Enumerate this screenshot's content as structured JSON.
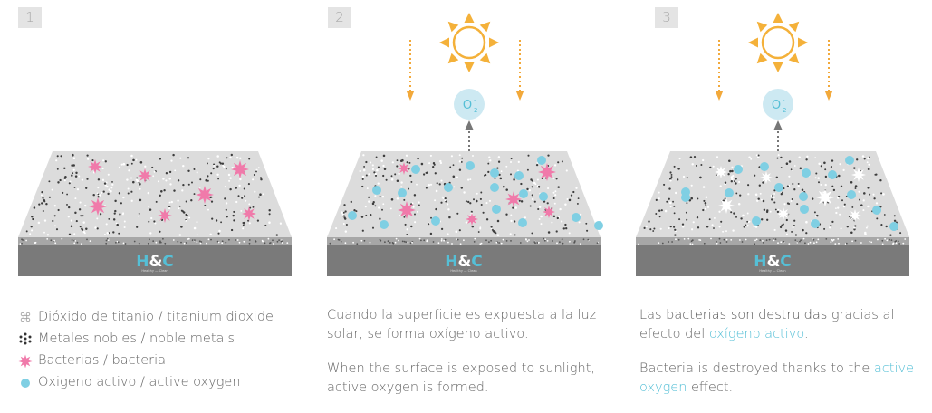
{
  "panels": [
    {
      "step": "1"
    },
    {
      "step": "2"
    },
    {
      "step": "3"
    }
  ],
  "brand": {
    "line1_a": "H",
    "line1_amp": "&",
    "line1_b": "C",
    "sub_a": "Healthy",
    "sub_b": "Clean",
    "line2": "TILES"
  },
  "o2_label": "O",
  "o2_sub": "2",
  "o2_sup": "-",
  "legend": [
    {
      "icon": "titanium-dioxide-icon",
      "text": "Dióxido de titanio / titanium dioxide"
    },
    {
      "icon": "noble-metals-icon",
      "text": "Metales nobles / noble metals"
    },
    {
      "icon": "bacteria-icon",
      "text": "Bacterias / bacteria"
    },
    {
      "icon": "active-oxygen-icon",
      "text": "Oxigeno activo / active oxygen"
    }
  ],
  "caption2": {
    "es": "Cuando la superficie es expuesta a la luz solar, se forma oxígeno activo.",
    "en": "When the surface is exposed to sunlight, active oxygen is formed."
  },
  "caption3": {
    "es_1": "Las ",
    "es_2": "bacterias son destruidas",
    "es_3": " gracias al efecto del ",
    "es_4": "oxígeno activo",
    "es_5": ".",
    "en_1": "Bacteria is destroyed thanks to the ",
    "en_2": "active oxygen",
    "en_3": " effect."
  },
  "colors": {
    "bacteria": "#f07aaa",
    "oxygen": "#7fcfe3",
    "sun": "#f4b13a",
    "arrow_sun": "#f2a93b",
    "arrow_grey": "#777777",
    "tile_top": "#dcdcdc",
    "tile_base": "#7a7a7a",
    "brand_blue": "#55bfd6"
  }
}
